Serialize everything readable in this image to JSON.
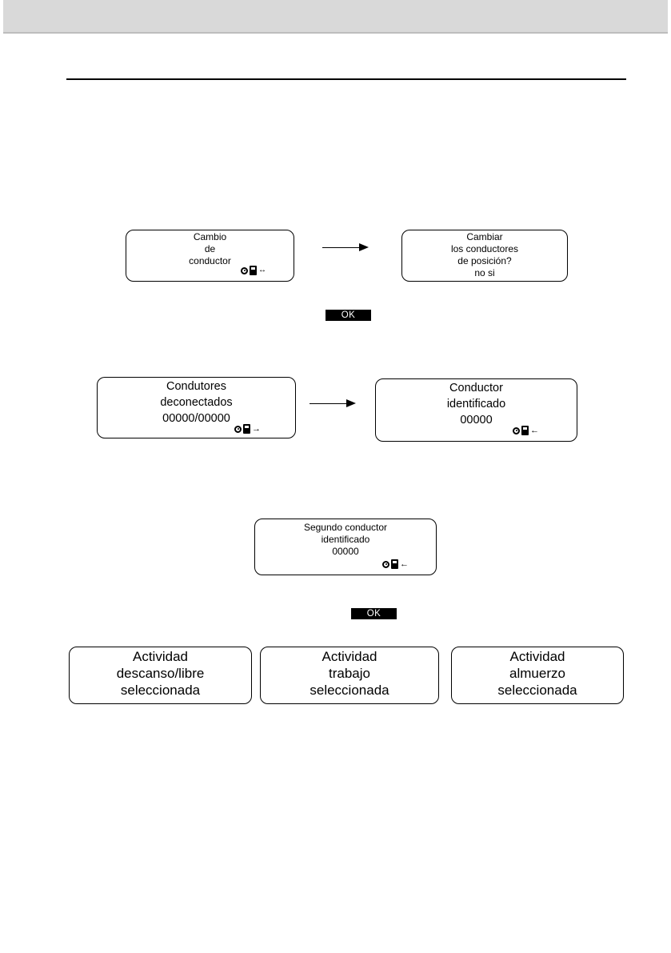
{
  "screens": {
    "cambio": {
      "lines": [
        "Cambio",
        "de",
        "conductor"
      ],
      "indicator": "↔"
    },
    "cambiar": {
      "lines": [
        "Cambiar",
        "los conductores",
        "de posición?"
      ],
      "option_no": "no",
      "option_si": "si"
    },
    "desconectados": {
      "lines": [
        "Condutores",
        "deconectados",
        "00000/00000"
      ],
      "indicator": "→"
    },
    "identificado": {
      "lines": [
        "Conductor",
        "identificado",
        "00000"
      ],
      "indicator": "←"
    },
    "segundo": {
      "lines": [
        "Segundo conductor",
        "identificado",
        "00000"
      ],
      "indicator": "←"
    },
    "descanso": {
      "lines": [
        "Actividad",
        "descanso/libre",
        "seleccionada"
      ]
    },
    "trabajo": {
      "lines": [
        "Actividad",
        "trabajo",
        "seleccionada"
      ]
    },
    "almuerzo": {
      "lines": [
        "Actividad",
        "almuerzo",
        "seleccionada"
      ]
    }
  },
  "keys": {
    "ok_1": "OK",
    "ok_2": "OK"
  },
  "icons": {
    "gear": "gear-icon",
    "card": "driver-card-icon",
    "swap": "swap-arrows-icon",
    "right": "arrow-right-icon",
    "left": "arrow-left-icon"
  }
}
